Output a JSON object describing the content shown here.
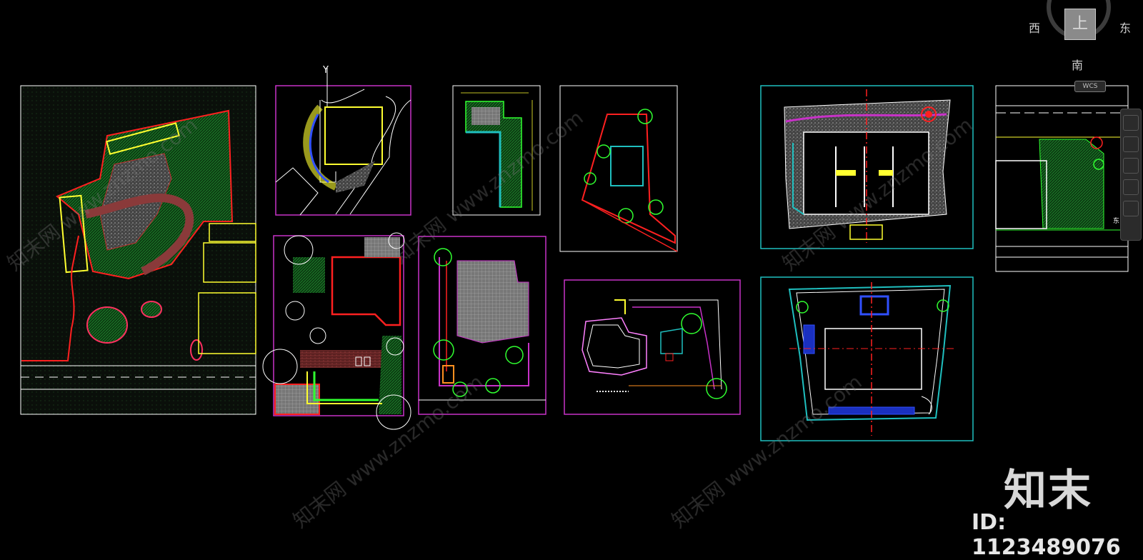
{
  "viewcube": {
    "face_label": "上",
    "west": "西",
    "east": "东",
    "south": "南",
    "wcs": "WCS"
  },
  "drawing": {
    "ucs_axis_label": "Y",
    "east_marker": "东"
  },
  "watermark": {
    "logo": "知末",
    "id_text": "ID: 1123489076",
    "diagonal_text": "知末网 www.znzmo.com"
  },
  "colors": {
    "background": "#000000",
    "frame_white": "#ffffff",
    "frame_magenta": "#c832c8",
    "frame_cyan": "#1fbfbf",
    "line_red": "#ff2020",
    "line_yellow": "#ffff30",
    "line_green": "#30ff30",
    "hatch_green": "#0f5a1c",
    "line_blue": "#3050ff"
  }
}
